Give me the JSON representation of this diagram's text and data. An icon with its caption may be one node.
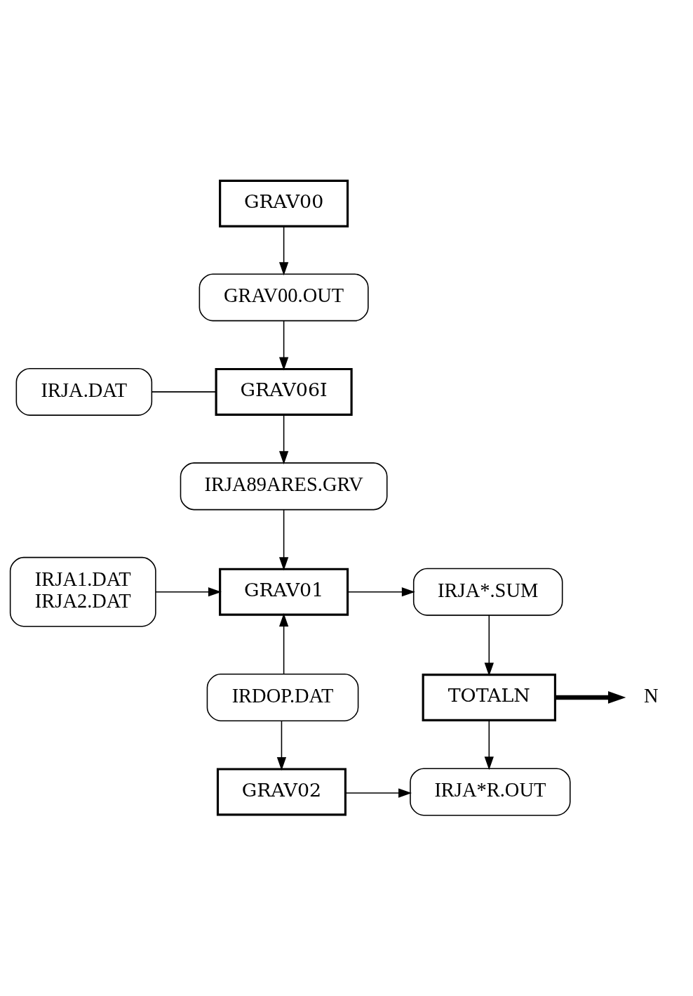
{
  "diagram": {
    "nodes": [
      {
        "text": [
          "GRAV00"
        ]
      },
      {
        "text": [
          "GRAV00.OUT"
        ]
      },
      {
        "text": [
          "IRJA.DAT"
        ]
      },
      {
        "text": [
          "GRAV06I"
        ]
      },
      {
        "text": [
          "IRJA89ARES.GRV"
        ]
      },
      {
        "text": [
          "IRJA1.DAT",
          "IRJA2.DAT"
        ]
      },
      {
        "text": [
          "GRAV01"
        ]
      },
      {
        "text": [
          "IRJA*.SUM"
        ]
      },
      {
        "text": [
          "IRDOP.DAT"
        ]
      },
      {
        "text": [
          "TOTALN"
        ]
      },
      {
        "text": [
          "N"
        ]
      },
      {
        "text": [
          "GRAV02"
        ]
      },
      {
        "text": [
          "IRJA*R.OUT"
        ]
      }
    ],
    "edges": [
      {
        "from": 0,
        "to": 1,
        "arrow": "to"
      },
      {
        "from": 1,
        "to": 3,
        "arrow": "to"
      },
      {
        "from": 2,
        "to": 3,
        "arrow": "none"
      },
      {
        "from": 3,
        "to": 4,
        "arrow": "to"
      },
      {
        "from": 4,
        "to": 6,
        "arrow": "to"
      },
      {
        "from": 5,
        "to": 6,
        "arrow": "to"
      },
      {
        "from": 8,
        "to": 6,
        "arrow": "to"
      },
      {
        "from": 6,
        "to": 7,
        "arrow": "to"
      },
      {
        "from": 7,
        "to": 9,
        "arrow": "to"
      },
      {
        "from": 9,
        "to": 10,
        "arrow": "to",
        "style": "thick"
      },
      {
        "from": 9,
        "to": 12,
        "arrow": "to"
      },
      {
        "from": 8,
        "to": 11,
        "arrow": "to"
      },
      {
        "from": 11,
        "to": 12,
        "arrow": "to"
      }
    ]
  }
}
